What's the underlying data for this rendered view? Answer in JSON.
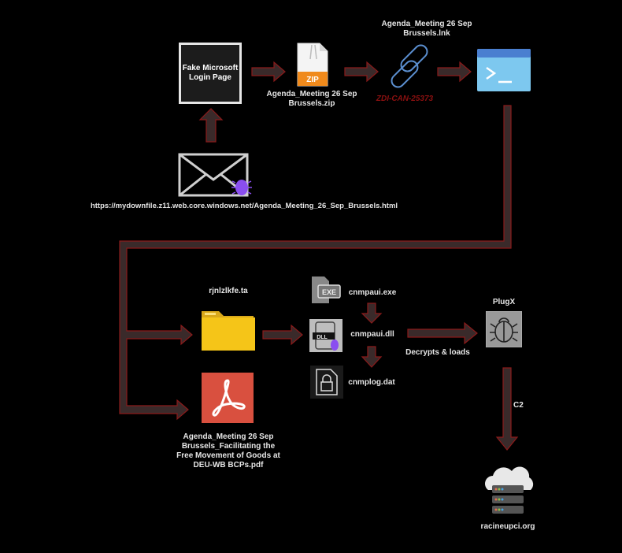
{
  "diagram": {
    "nodes": {
      "fake_login": {
        "label": "Fake Microsoft Login Page"
      },
      "zip": {
        "label": "Agenda_Meeting 26 Sep Brussels.zip",
        "badge": "ZIP"
      },
      "lnk": {
        "label": "Agenda_Meeting 26 Sep Brussels.lnk",
        "cve": "ZDI-CAN-25373"
      },
      "terminal": {
        "label": ""
      },
      "email": {
        "url": "https://mydownfile.z11.web.core.windows.net/Agenda_Meeting_26_Sep_Brussels.html"
      },
      "folder": {
        "label": "rjnlzlkfe.ta"
      },
      "exe": {
        "label": "cnmpaui.exe",
        "badge": "EXE"
      },
      "dll": {
        "label": "cnmpaui.dll",
        "badge": "DLL"
      },
      "dat": {
        "label": "cnmplog.dat"
      },
      "pdf": {
        "label": "Agenda_Meeting 26 Sep Brussels_Facilitating the Free Movement of Goods at DEU-WB BCPs.pdf"
      },
      "plugx": {
        "label": "PlugX"
      },
      "c2_server": {
        "label": "racineupci.org"
      }
    },
    "edges": {
      "decrypts": "Decrypts & loads",
      "c2": "C2"
    },
    "colors": {
      "arrow_fill": "#3a2a2a",
      "arrow_stroke": "#8b1a1a",
      "cve_text": "#8b1010",
      "zip_orange": "#f08a1c",
      "folder_yellow": "#f5c518",
      "pdf_red": "#d9503f",
      "terminal_blue": "#4a7fd0",
      "terminal_light": "#7dc8ef",
      "bug_purple": "#8a4ef0"
    }
  }
}
